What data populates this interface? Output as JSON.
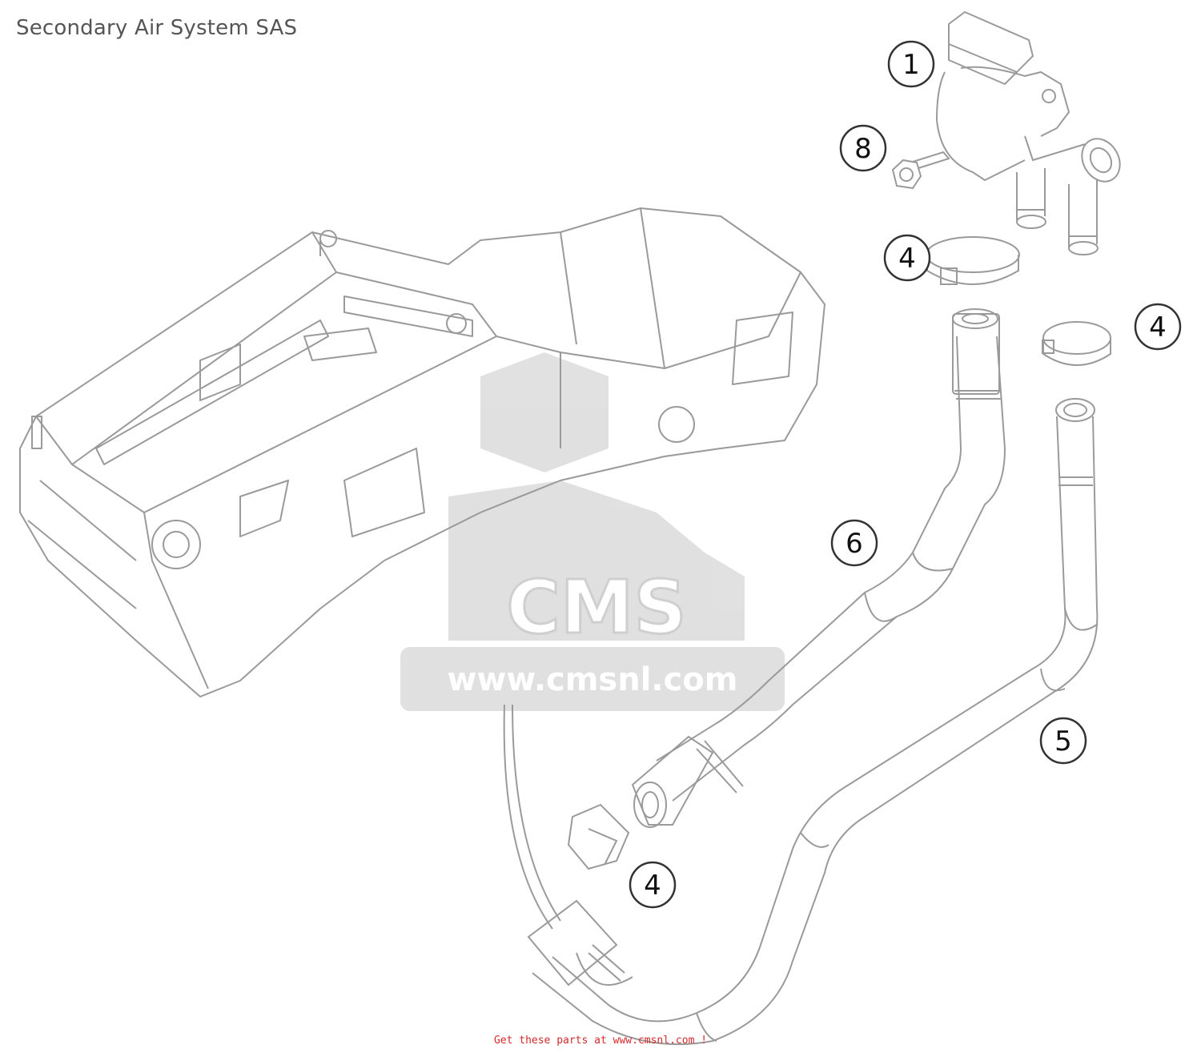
{
  "title": "Secondary Air System SAS",
  "callouts": {
    "c1": "1",
    "c8": "8",
    "c4a": "4",
    "c4b": "4",
    "c6": "6",
    "c5": "5",
    "c4c": "4"
  },
  "watermark": {
    "text_main": "CMS",
    "text_url": "www.cmsnl.com"
  },
  "footer": {
    "text": "Get these parts at www.cmsnl.com !"
  },
  "colors": {
    "line": "#9a9a9a",
    "dark_line": "#333333",
    "watermark": "#bdbdbd",
    "footer": "#d42a2a"
  }
}
